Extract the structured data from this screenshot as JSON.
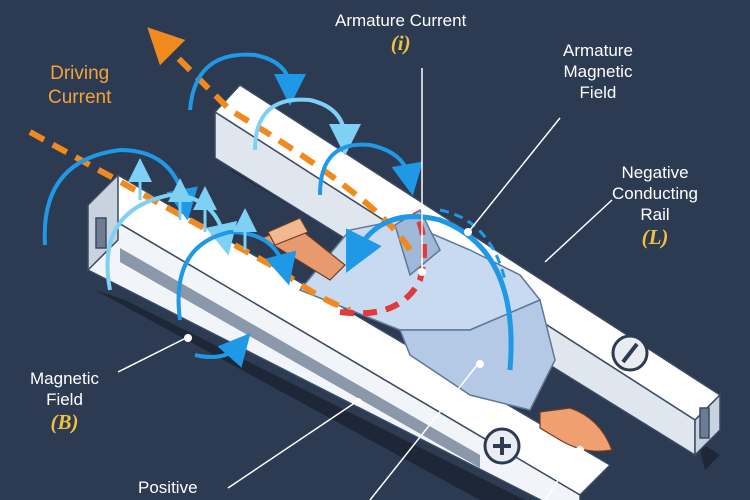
{
  "labels": {
    "armature_current": {
      "text": "Armature Current",
      "symbol": "(i)"
    },
    "armature_magnetic_field": {
      "lines": [
        "Armature",
        "Magnetic",
        "Field"
      ]
    },
    "negative_rail": {
      "lines": [
        "Negative",
        "Conducting",
        "Rail"
      ],
      "symbol": "(L)"
    },
    "driving_current": {
      "lines": [
        "Driving",
        "Current"
      ]
    },
    "magnetic_field": {
      "lines": [
        "Magnetic",
        "Field"
      ],
      "symbol": "(B)"
    },
    "positive": {
      "text": "Positive"
    }
  },
  "signs": {
    "negative": "minus-sign",
    "positive": "plus-sign"
  },
  "colors": {
    "background": "#2c3a52",
    "rail_face": "#f3f5f8",
    "rail_side": "#c9d3df",
    "armature": "#b8cde8",
    "field_arrow": "#1f98e6",
    "field_arrow_light": "#7fd0f5",
    "driving_current": "#f08a1e",
    "armature_current": "#e23a3a",
    "projectile": "#f0a070",
    "label_text": "#ffffff",
    "symbol_text": "#f0c040"
  }
}
